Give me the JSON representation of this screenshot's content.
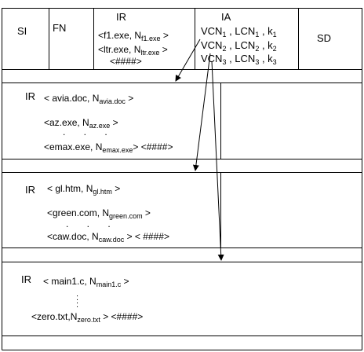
{
  "header": {
    "si": "SI",
    "fn": "FN",
    "ir_title": "IR",
    "ir_entries": [
      {
        "name": "<f1.exe, N",
        "sub": "f1.exe",
        "tail": " >"
      },
      {
        "name": "<ltr.exe, N",
        "sub": "ltr.exe",
        "tail": " >"
      },
      {
        "name": "<####>",
        "sub": "",
        "tail": ""
      }
    ],
    "ia_title": "IA",
    "ia_entries": [
      {
        "vcn": "VCN",
        "vcn_sub": "1",
        "lcn": " , LCN",
        "lcn_sub": "1",
        "k": " , k",
        "k_sub": "1"
      },
      {
        "vcn": "VCN",
        "vcn_sub": "2",
        "lcn": " , LCN",
        "lcn_sub": "2",
        "k": " , k",
        "k_sub": "2"
      },
      {
        "vcn": "VCN",
        "vcn_sub": "3",
        "lcn": " , LCN",
        "lcn_sub": "3",
        "k": " , k",
        "k_sub": "3"
      }
    ],
    "sd": "SD"
  },
  "blocks": [
    {
      "ir_label": "IR",
      "entries": [
        {
          "pre": "< avia.doc, N",
          "sub": "avia.doc",
          "tail": " >"
        },
        {
          "pre": "<az.exe, N",
          "sub": "az.exe",
          "tail": "  >"
        },
        {
          "pre": "<emax.exe, N",
          "sub": "emax.exe",
          "tail": ">  <####>"
        }
      ],
      "ellipsis": ". . ."
    },
    {
      "ir_label": "IR",
      "entries": [
        {
          "pre": "< gl.htm, N",
          "sub": "gl.htm",
          "tail": "  >"
        },
        {
          "pre": "<green.com, N",
          "sub": "green.com",
          "tail": " >"
        },
        {
          "pre": "<caw.doc, N",
          "sub": "caw.doc",
          "tail": " >  < ####>"
        }
      ],
      "ellipsis": ". . ."
    },
    {
      "ir_label": "IR",
      "entries": [
        {
          "pre": "< main1.c, N",
          "sub": "main1.c",
          "tail": "  >"
        },
        {
          "pre": "<zero.txt,N",
          "sub": "zero.txt",
          "tail": "  > <####>"
        }
      ],
      "ellipsis": ":"
    }
  ]
}
